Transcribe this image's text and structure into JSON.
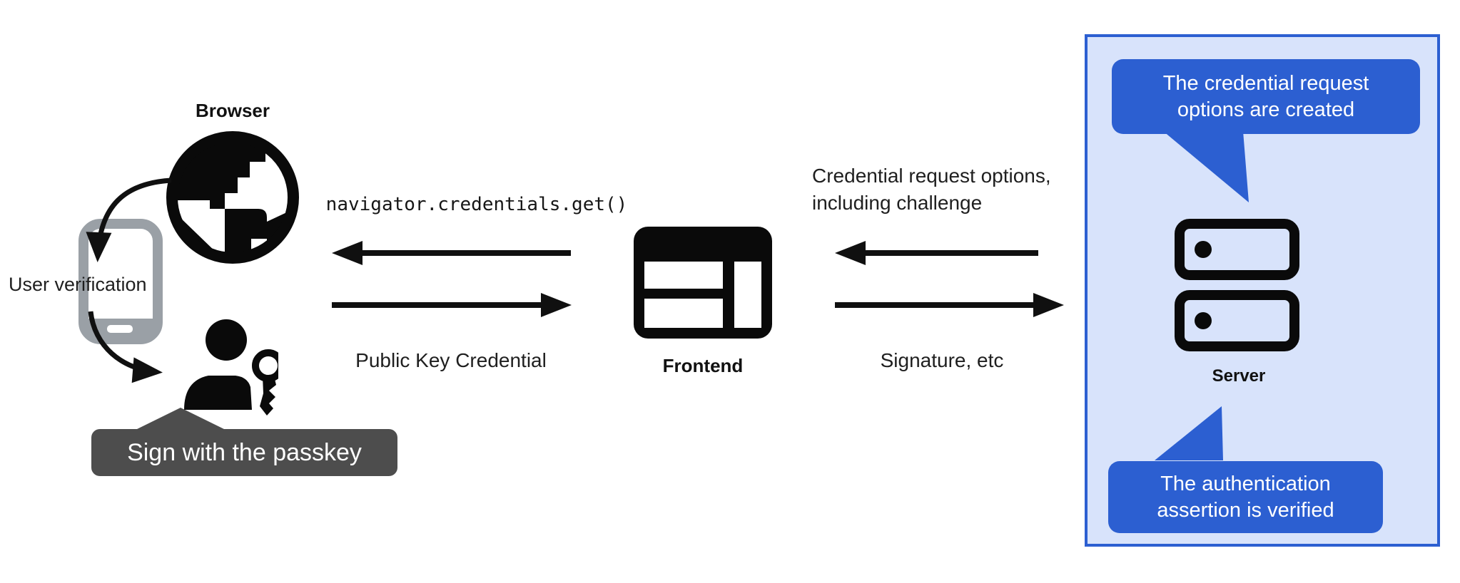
{
  "colors": {
    "accent": "#2c5fd1",
    "box_fill": "#d8e3fb",
    "tooltip": "#4d4d4d",
    "phone": "#9aa0a6",
    "ink": "#1f1f1f"
  },
  "left_cluster": {
    "browser_label": "Browser",
    "user_verification_label": "User verification",
    "passkey_tooltip": "Sign with the passkey"
  },
  "center_cluster": {
    "api_call": "navigator.credentials.get()",
    "return_label": "Public Key Credential",
    "frontend_label": "Frontend"
  },
  "right_cluster": {
    "request_line1": "Credential request options,",
    "request_line2": "including challenge",
    "response_label": "Signature, etc",
    "server_label": "Server",
    "bubble_top_line1": "The credential request",
    "bubble_top_line2": "options are created",
    "bubble_bottom_line1": "The authentication",
    "bubble_bottom_line2": "assertion is verified"
  }
}
